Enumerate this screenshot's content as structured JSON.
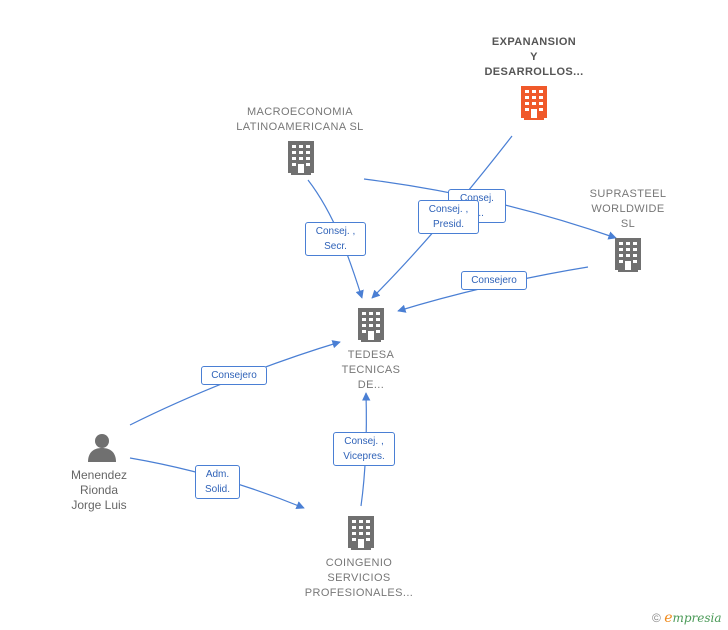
{
  "colors": {
    "edge": "#4a7fd4",
    "company_icon": "#707070",
    "focus_icon": "#f0592a",
    "person_icon": "#707070"
  },
  "nodes": {
    "expansion": {
      "label": "EXPANANSION\nY\nDESARROLLOS...",
      "icon": "building-icon"
    },
    "macroeconomia": {
      "label": "MACROECONOMIA\nLATINOAMERICANA SL",
      "icon": "building-icon"
    },
    "suprasteel": {
      "label": "SUPRASTEEL\nWORLDWIDE\nSL",
      "icon": "building-icon"
    },
    "tedesa": {
      "label": "TEDESA\nTECNICAS\nDE...",
      "icon": "building-icon"
    },
    "menendez": {
      "label": "Menendez\nRionda\nJorge Luis",
      "icon": "person-icon"
    },
    "coingenio": {
      "label": "COINGENIO\nSERVICIOS\nPROFESIONALES...",
      "icon": "building-icon"
    }
  },
  "edge_labels": {
    "macro_tedesa": "Consej. ,\nSecr.",
    "macro_suprasteel": "Consej.\n,....",
    "expansion_tedesa": "Consej. ,\nPresid.",
    "suprasteel_tedesa": "Consejero",
    "menendez_tedesa": "Consejero",
    "menendez_coingenio": "Adm.\nSolid.",
    "coingenio_tedesa": "Consej. ,\nVicepres."
  },
  "footer": {
    "copyright": "©",
    "brand_initial": "e",
    "brand_rest": "mpresia"
  }
}
